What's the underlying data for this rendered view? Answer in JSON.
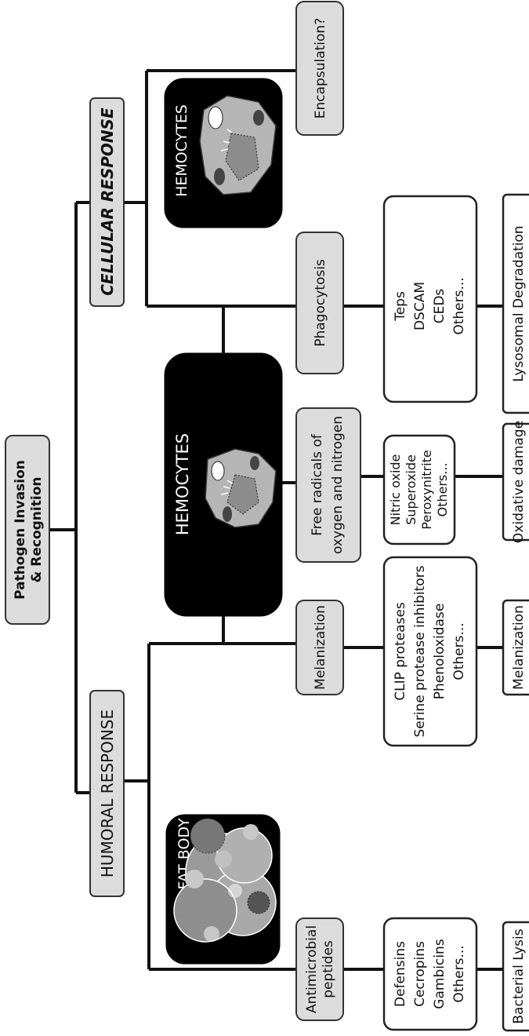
{
  "root": {
    "line1": "Pathogen Invasion",
    "line2": "& Recognition"
  },
  "branches": {
    "humoral": "HUMORAL RESPONSE",
    "cellular": "CELLULAR RESPONSE"
  },
  "tissues": {
    "fat_body": "FAT BODY",
    "hemocytes_center": "HEMOCYTES",
    "hemocytes_right": "HEMOCYTES"
  },
  "mechanisms": {
    "amp": {
      "line1": "Antimicrobial",
      "line2": "peptides"
    },
    "melanization": "Melanization",
    "free_radicals": {
      "line1": "Free radicals of",
      "line2": "oxygen and nitrogen"
    },
    "phagocytosis": "Phagocytosis",
    "encapsulation": "Encapsulation?"
  },
  "effectors": {
    "amp": [
      "Defensins",
      "Cecropins",
      "Gambicins",
      "Others..."
    ],
    "melanization": [
      "CLIP proteases",
      "Serine protease inhibitors",
      "Phenoloxidase",
      "Others..."
    ],
    "free_radicals": [
      "Nitric oxide",
      "Superoxide",
      "Peroxynitrite",
      "Others..."
    ],
    "phagocytosis": [
      "Teps",
      "DSCAM",
      "CEDs",
      "Others..."
    ]
  },
  "outcomes": {
    "amp": "Bacterial Lysis",
    "melanization": "Melanization",
    "free_radicals": "Oxidative damage",
    "phagocytosis": "Lysosomal Degradation"
  }
}
